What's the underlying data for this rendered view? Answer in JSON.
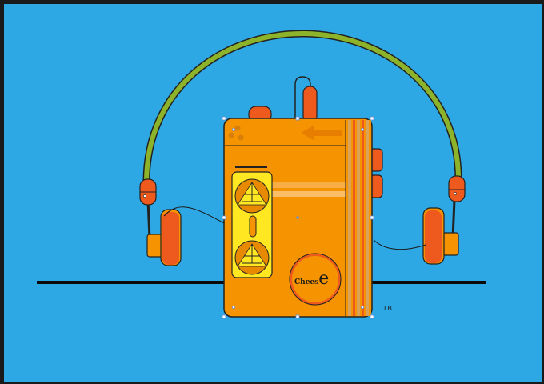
{
  "artwork": {
    "logo_text": "Chees",
    "logo_emphasis": "e",
    "signature": "LB"
  },
  "colors": {
    "background": "#2EA8E4",
    "frame": "#1A1A1A",
    "body_orange": "#F59300",
    "body_dark": "#E88A00",
    "accent_red": "#EE5A1E",
    "headband_green": "#8DB32B",
    "cassette_yellow": "#FFE822",
    "stripe_tan": "#D9A35A",
    "outline": "#222222",
    "selection_handle": "#6E8FD0"
  }
}
